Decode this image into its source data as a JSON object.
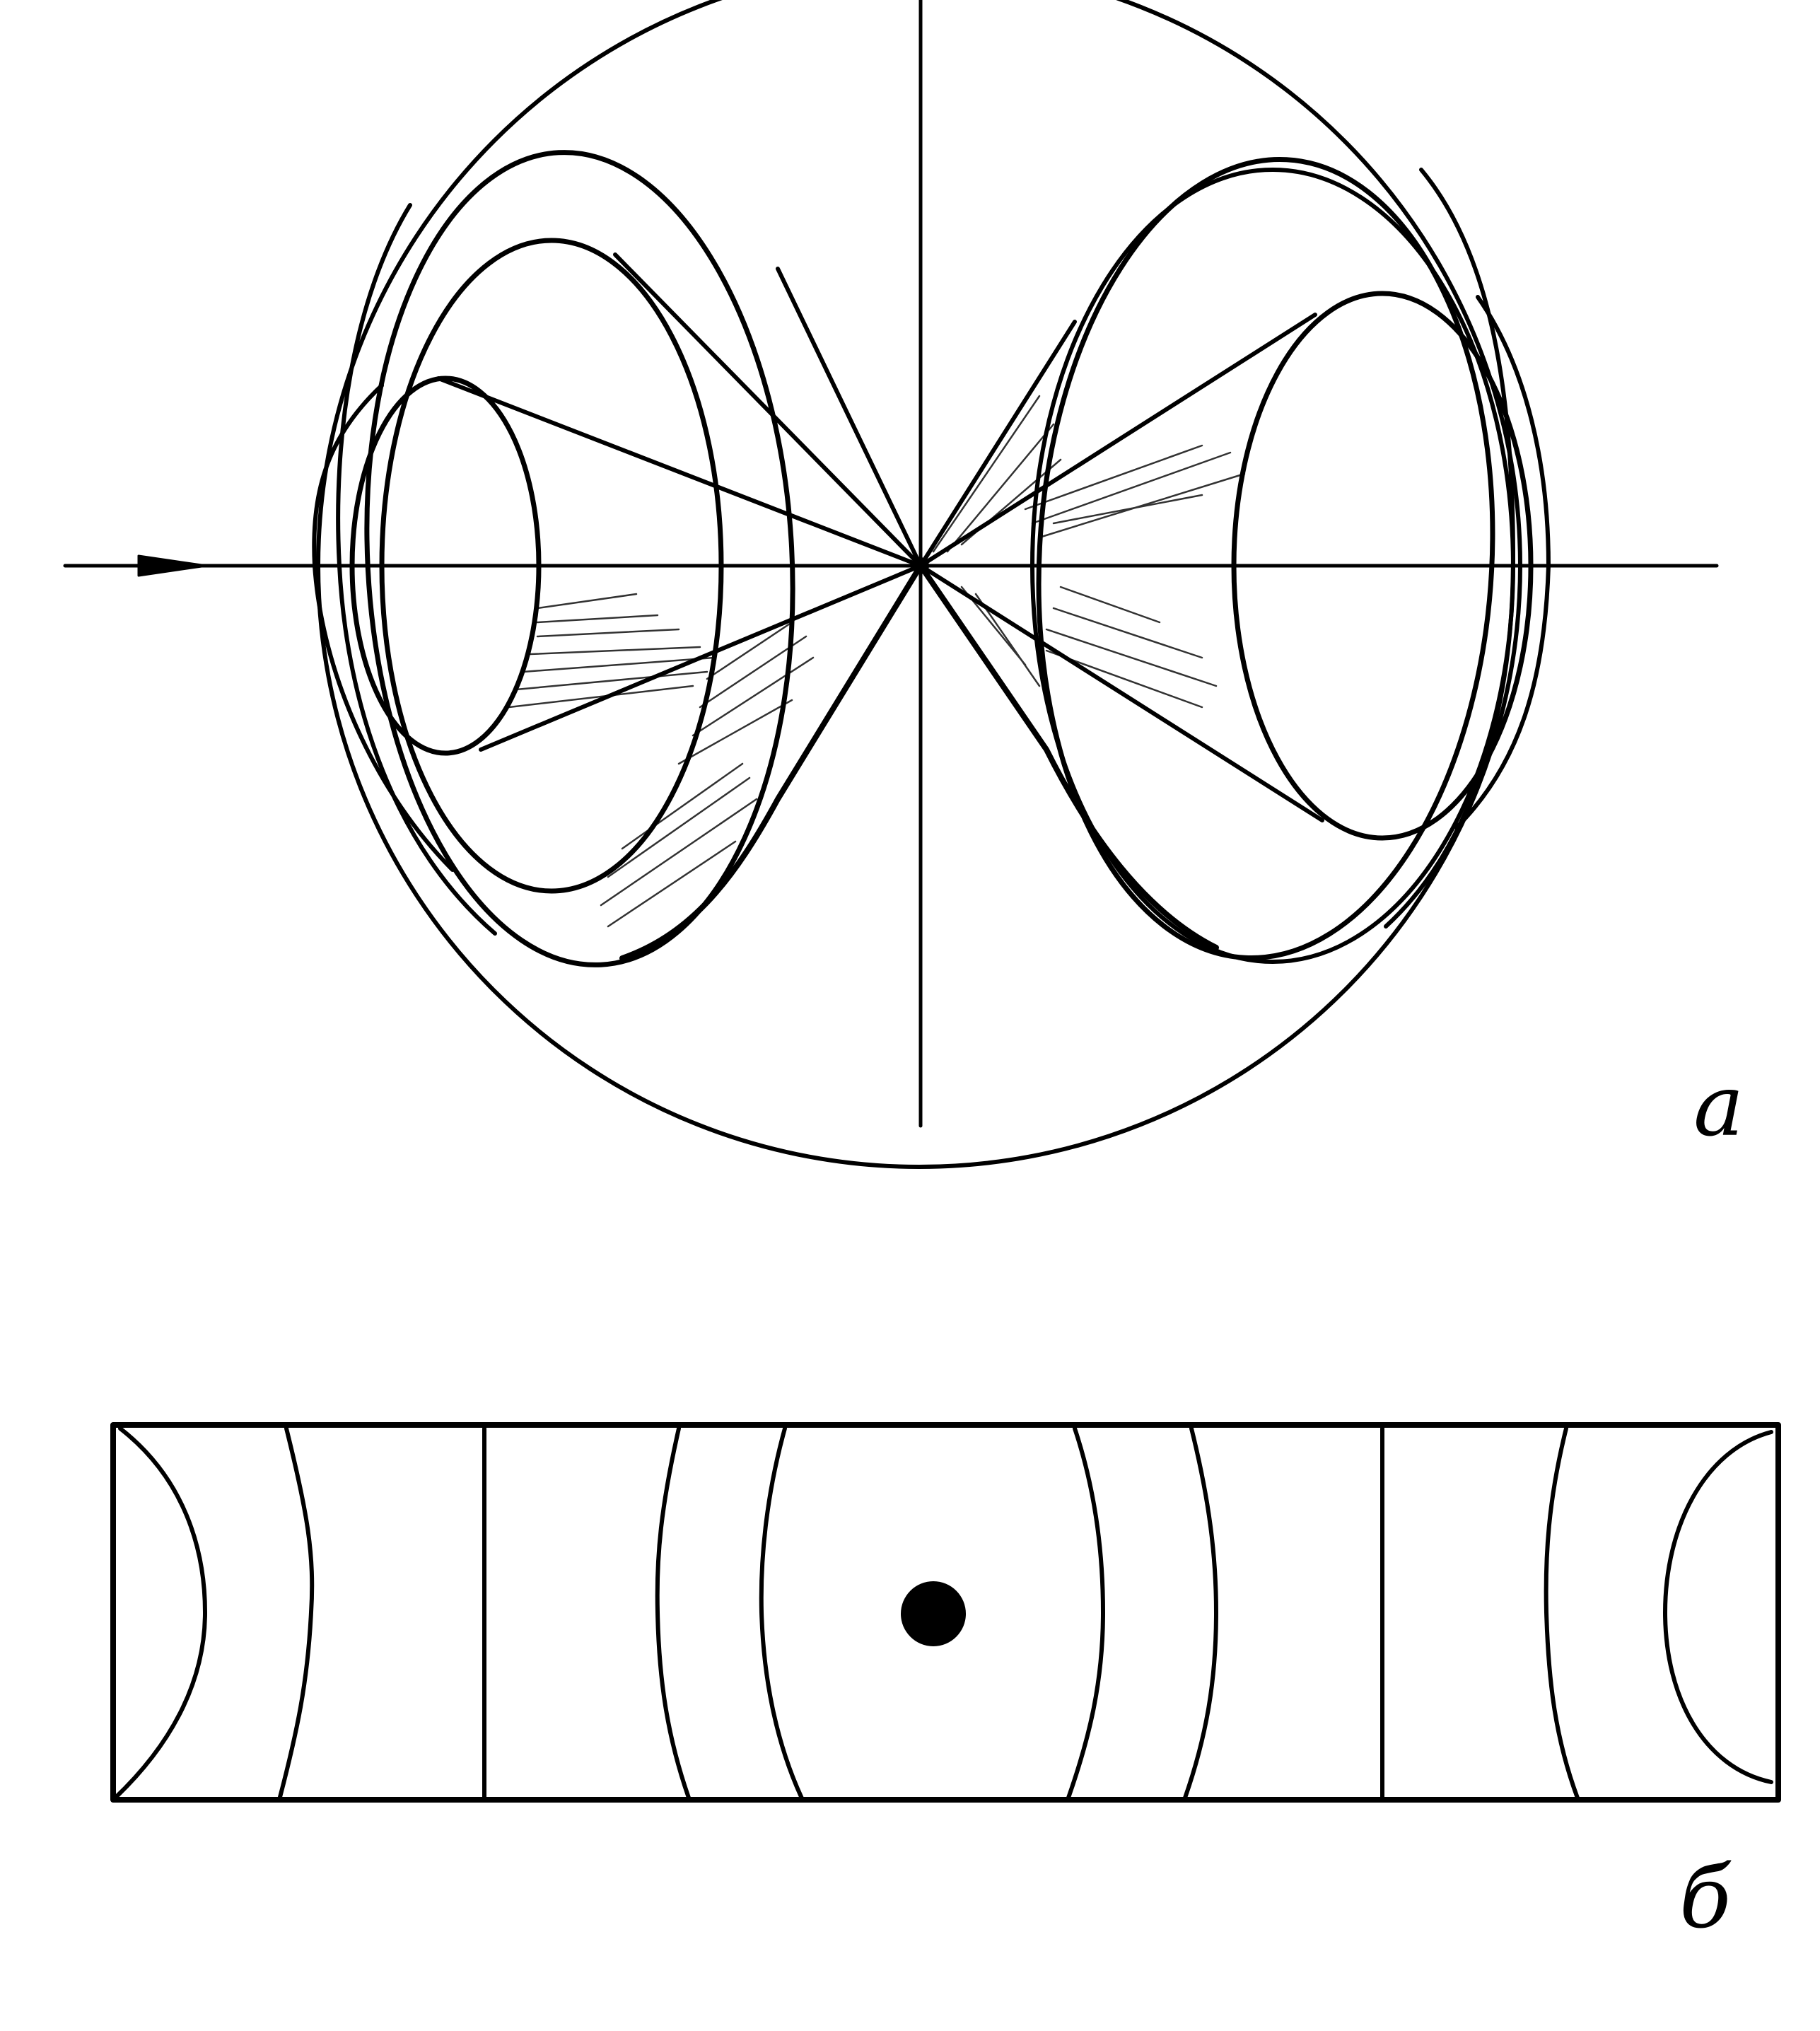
{
  "figure": {
    "panels": [
      {
        "id": "a",
        "label": "a"
      },
      {
        "id": "b",
        "label": "б"
      }
    ],
    "ink_color": "#000000",
    "background_color": "#ffffff"
  }
}
